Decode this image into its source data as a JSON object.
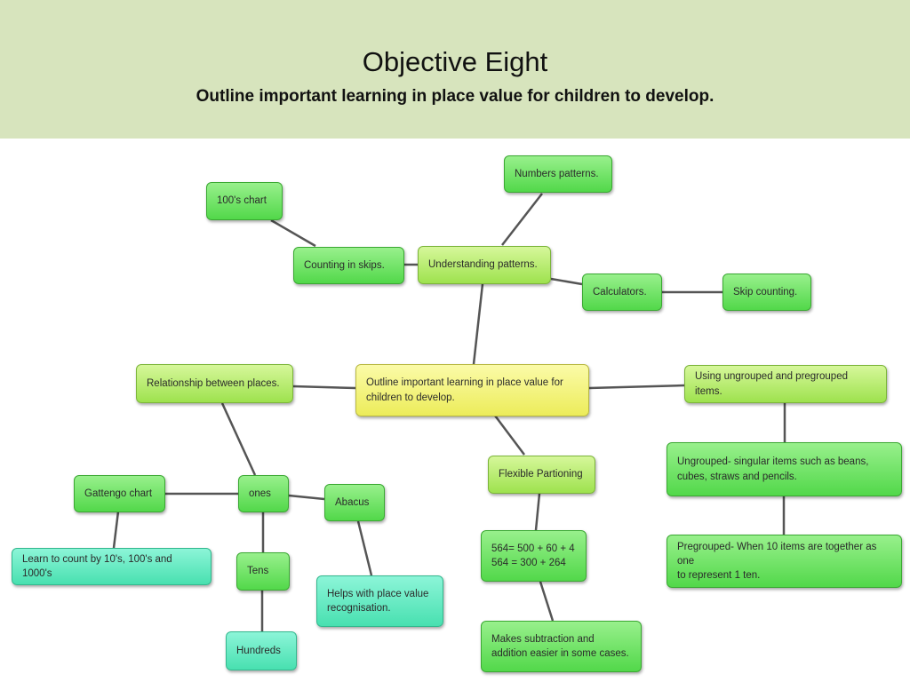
{
  "slide": {
    "title": "Objective Eight",
    "subtitle": "Outline important learning in place value for children to develop."
  },
  "nodes": {
    "central": "Outline important learning in place value for\nchildren to develop.",
    "numbers_patterns": "Numbers patterns.",
    "chart_100s": "100's chart",
    "counting_in_skips": "Counting in skips.",
    "understanding_patterns": "Understanding patterns.",
    "calculators": "Calculators.",
    "skip_counting": "Skip counting.",
    "relationship_between_places": "Relationship between places.",
    "using_grouped": "Using ungrouped and pregrouped items.",
    "ungrouped": "Ungrouped- singular items such as beans,\ncubes, straws and pencils.",
    "pregrouped": "Pregrouped- When 10 items are together as one\nto represent 1 ten.",
    "gattengo_chart": "Gattengo chart",
    "ones": "ones",
    "abacus": "Abacus",
    "learn_to_count": "Learn to count by 10's, 100's and 1000's",
    "tens": "Tens",
    "hundreds": "Hundreds",
    "place_value_recognition": "Helps with place value\nrecognisation.",
    "flexible_partitioning": "Flexible Partioning",
    "partition_example": "564= 500 + 60 + 4\n564 = 300 + 264",
    "makes_subtraction": "Makes subtraction and\naddition easier in some cases."
  },
  "colors": {
    "header_bg": "#d7e4bd",
    "green_node": "#6fe062",
    "lime_node": "#b8ea6c",
    "teal_node": "#5ce8c0",
    "yellow_node": "#f2f270",
    "connector": "#555555"
  }
}
